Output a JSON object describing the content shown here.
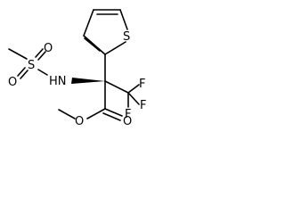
{
  "molecule": {
    "atoms": {
      "thiophene_s": "S",
      "sulfonyl_s": "S",
      "sulfonyl_o_top": "O",
      "sulfonyl_o_bottom": "O",
      "amine_nh": "HN",
      "fluorine_1": "F",
      "fluorine_2": "F",
      "fluorine_3": "F",
      "carbonyl_o": "O",
      "ester_o": "O"
    }
  }
}
